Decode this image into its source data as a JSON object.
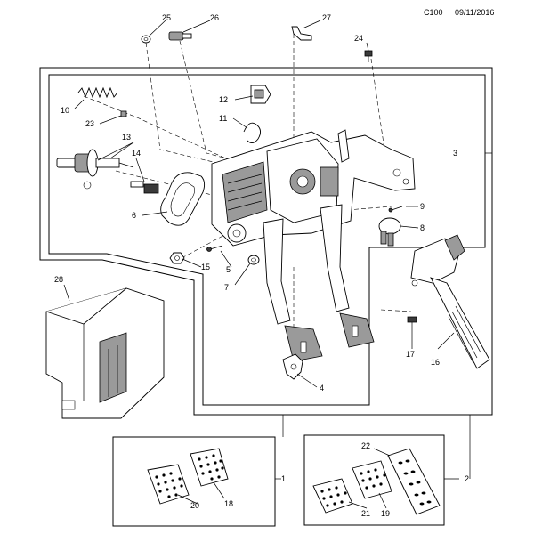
{
  "header": {
    "code": "C100",
    "date": "09/11/2016"
  },
  "callouts": {
    "c1": "1",
    "c2": "2",
    "c3": "3",
    "c4": "4",
    "c5": "5",
    "c6": "6",
    "c7": "7",
    "c8": "8",
    "c9": "9",
    "c10": "10",
    "c11": "11",
    "c12": "12",
    "c13": "13",
    "c14": "14",
    "c15": "15",
    "c16": "16",
    "c17": "17",
    "c18": "18",
    "c19": "19",
    "c20": "20",
    "c21": "21",
    "c22": "22",
    "c23": "23",
    "c24": "24",
    "c25": "25",
    "c26": "26",
    "c27": "27",
    "c28": "28"
  }
}
